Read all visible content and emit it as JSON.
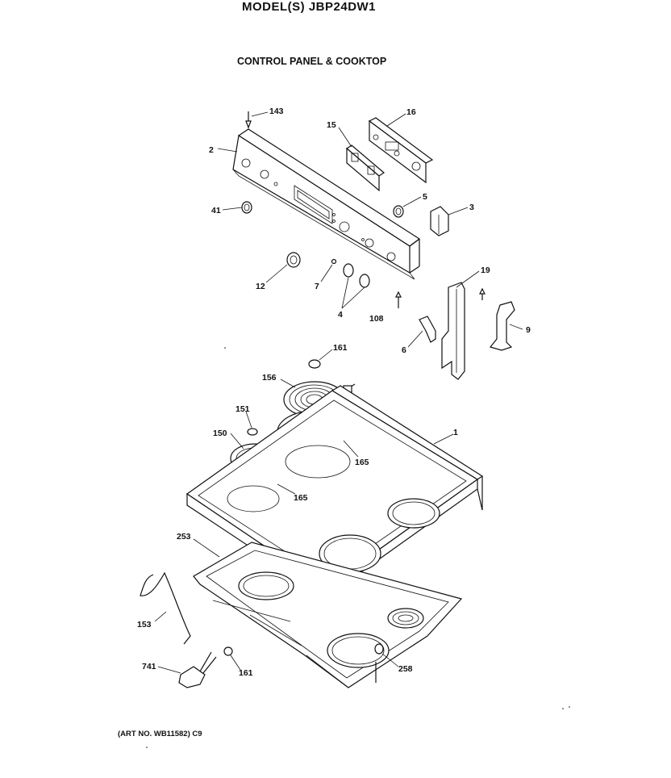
{
  "header": {
    "model": "MODEL(S) JBP24DW1",
    "subtitle": "CONTROL PANEL & COOKTOP"
  },
  "footer": {
    "art_no": "(ART NO. WB11582) C9"
  },
  "parts": [
    {
      "id": "143",
      "label": "143"
    },
    {
      "id": "2",
      "label": "2"
    },
    {
      "id": "15",
      "label": "15"
    },
    {
      "id": "16",
      "label": "16"
    },
    {
      "id": "41",
      "label": "41"
    },
    {
      "id": "5",
      "label": "5"
    },
    {
      "id": "3",
      "label": "3"
    },
    {
      "id": "12",
      "label": "12"
    },
    {
      "id": "7",
      "label": "7"
    },
    {
      "id": "4",
      "label": "4"
    },
    {
      "id": "108",
      "label": "108"
    },
    {
      "id": "19",
      "label": "19"
    },
    {
      "id": "6",
      "label": "6"
    },
    {
      "id": "9",
      "label": "9"
    },
    {
      "id": "161a",
      "label": "161"
    },
    {
      "id": "156",
      "label": "156"
    },
    {
      "id": "151",
      "label": "151"
    },
    {
      "id": "150",
      "label": "150"
    },
    {
      "id": "1",
      "label": "1"
    },
    {
      "id": "165a",
      "label": "165"
    },
    {
      "id": "165b",
      "label": "165"
    },
    {
      "id": "253",
      "label": "253"
    },
    {
      "id": "153",
      "label": "153"
    },
    {
      "id": "741",
      "label": "741"
    },
    {
      "id": "161b",
      "label": "161"
    },
    {
      "id": "258",
      "label": "258"
    }
  ]
}
